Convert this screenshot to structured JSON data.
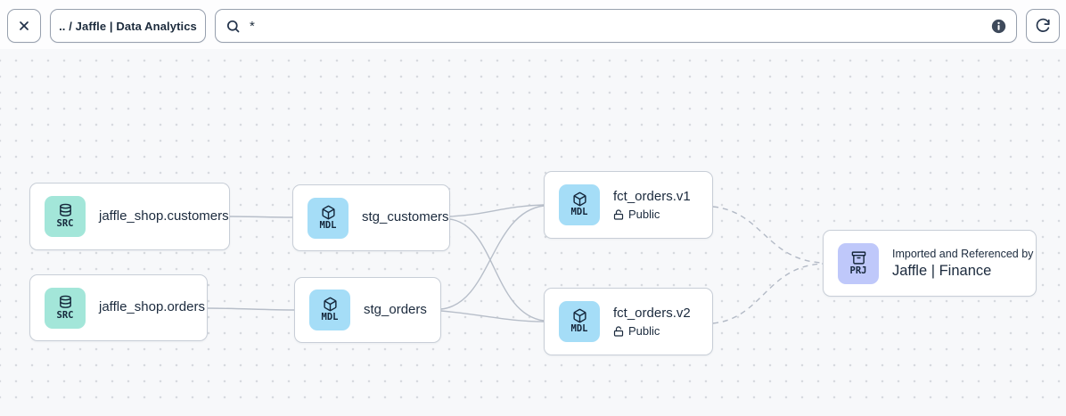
{
  "toolbar": {
    "breadcrumb": ".. / Jaffle | Data Analytics",
    "search": {
      "value": "*"
    }
  },
  "colors": {
    "canvas_bg": "#f7f8fa",
    "node_border": "#c8ced7",
    "edge": "#b7bec9",
    "text": "#1b2a3d",
    "badge_src": "#a3e6d9",
    "badge_mdl": "#a5ddf7",
    "badge_prj": "#bfc8fa"
  },
  "nodes": [
    {
      "id": "source-customers",
      "type": "SRC",
      "label": "jaffle_shop.customers"
    },
    {
      "id": "source-orders",
      "type": "SRC",
      "label": "jaffle_shop.orders"
    },
    {
      "id": "stg-customers",
      "type": "MDL",
      "label": "stg_customers"
    },
    {
      "id": "stg-orders",
      "type": "MDL",
      "label": "stg_orders"
    },
    {
      "id": "fct-orders-v1",
      "type": "MDL",
      "label": "fct_orders.v1",
      "access": "Public"
    },
    {
      "id": "fct-orders-v2",
      "type": "MDL",
      "label": "fct_orders.v2",
      "access": "Public"
    },
    {
      "id": "project-jaffle-finance",
      "type": "PRJ",
      "subtitle": "Imported and Referenced by",
      "label": "Jaffle | Finance"
    }
  ],
  "edges": [
    {
      "from": "source-customers",
      "to": "stg-customers",
      "style": "solid"
    },
    {
      "from": "source-orders",
      "to": "stg-orders",
      "style": "solid"
    },
    {
      "from": "stg-customers",
      "to": "fct-orders-v1",
      "style": "solid"
    },
    {
      "from": "stg-customers",
      "to": "fct-orders-v2",
      "style": "solid"
    },
    {
      "from": "stg-orders",
      "to": "fct-orders-v1",
      "style": "solid"
    },
    {
      "from": "stg-orders",
      "to": "fct-orders-v2",
      "style": "solid"
    },
    {
      "from": "fct-orders-v1",
      "to": "project-jaffle-finance",
      "style": "dashed"
    },
    {
      "from": "fct-orders-v2",
      "to": "project-jaffle-finance",
      "style": "dashed"
    }
  ]
}
